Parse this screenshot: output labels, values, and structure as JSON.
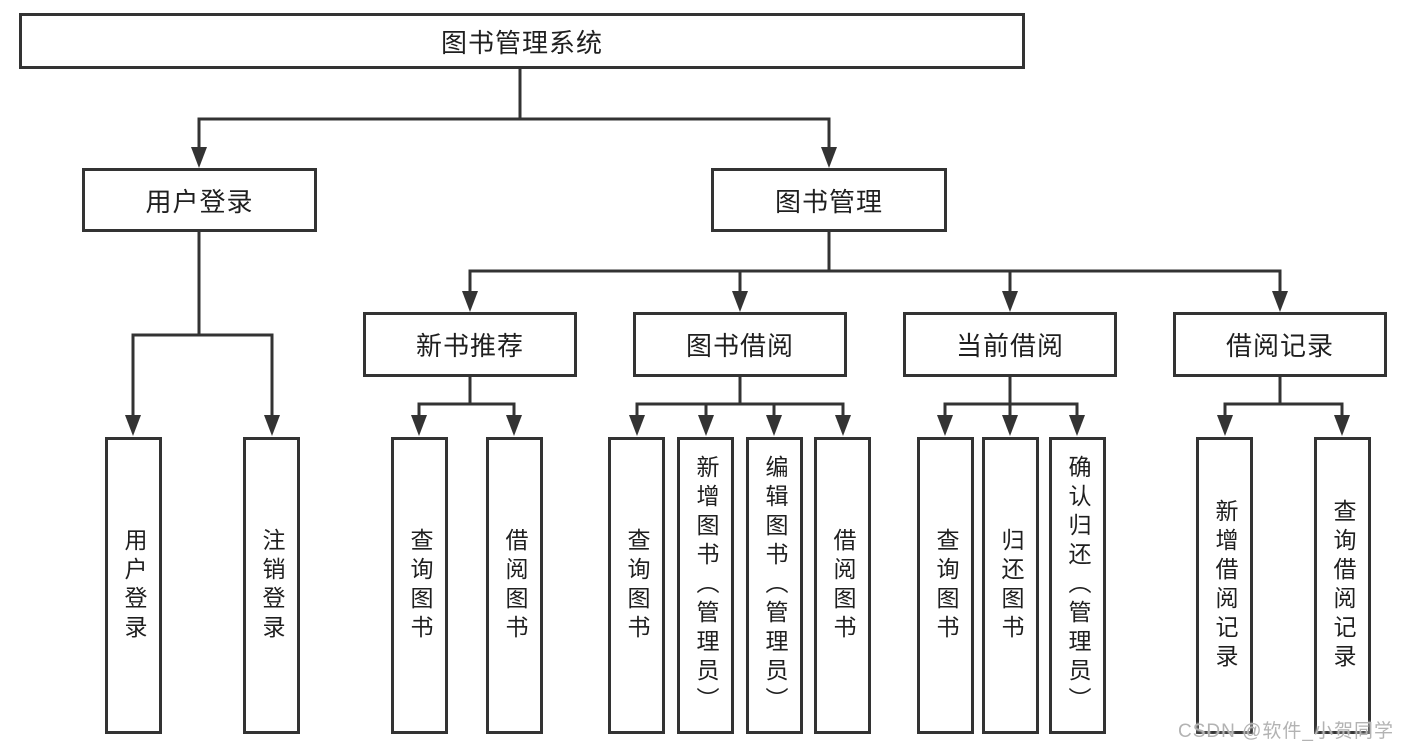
{
  "colors": {
    "line": "#333333",
    "box_border": "#333333",
    "box_background": "#ffffff",
    "text": "#1f1f1f",
    "watermark": "#b3b3b3"
  },
  "watermark": "CSDN @软件_小贺同学",
  "tree": {
    "root": {
      "label": "图书管理系统",
      "children": [
        {
          "label": "用户登录",
          "children": [
            {
              "label": "用户登录"
            },
            {
              "label": "注销登录"
            }
          ]
        },
        {
          "label": "图书管理",
          "children": [
            {
              "label": "新书推荐",
              "children": [
                {
                  "label": "查询图书"
                },
                {
                  "label": "借阅图书"
                }
              ]
            },
            {
              "label": "图书借阅",
              "children": [
                {
                  "label": "查询图书"
                },
                {
                  "label": "新增图书（管理员）"
                },
                {
                  "label": "编辑图书（管理员）"
                },
                {
                  "label": "借阅图书"
                }
              ]
            },
            {
              "label": "当前借阅",
              "children": [
                {
                  "label": "查询图书"
                },
                {
                  "label": "归还图书"
                },
                {
                  "label": "确认归还（管理员）"
                }
              ]
            },
            {
              "label": "借阅记录",
              "children": [
                {
                  "label": "新增借阅记录"
                },
                {
                  "label": "查询借阅记录"
                }
              ]
            }
          ]
        }
      ]
    }
  }
}
